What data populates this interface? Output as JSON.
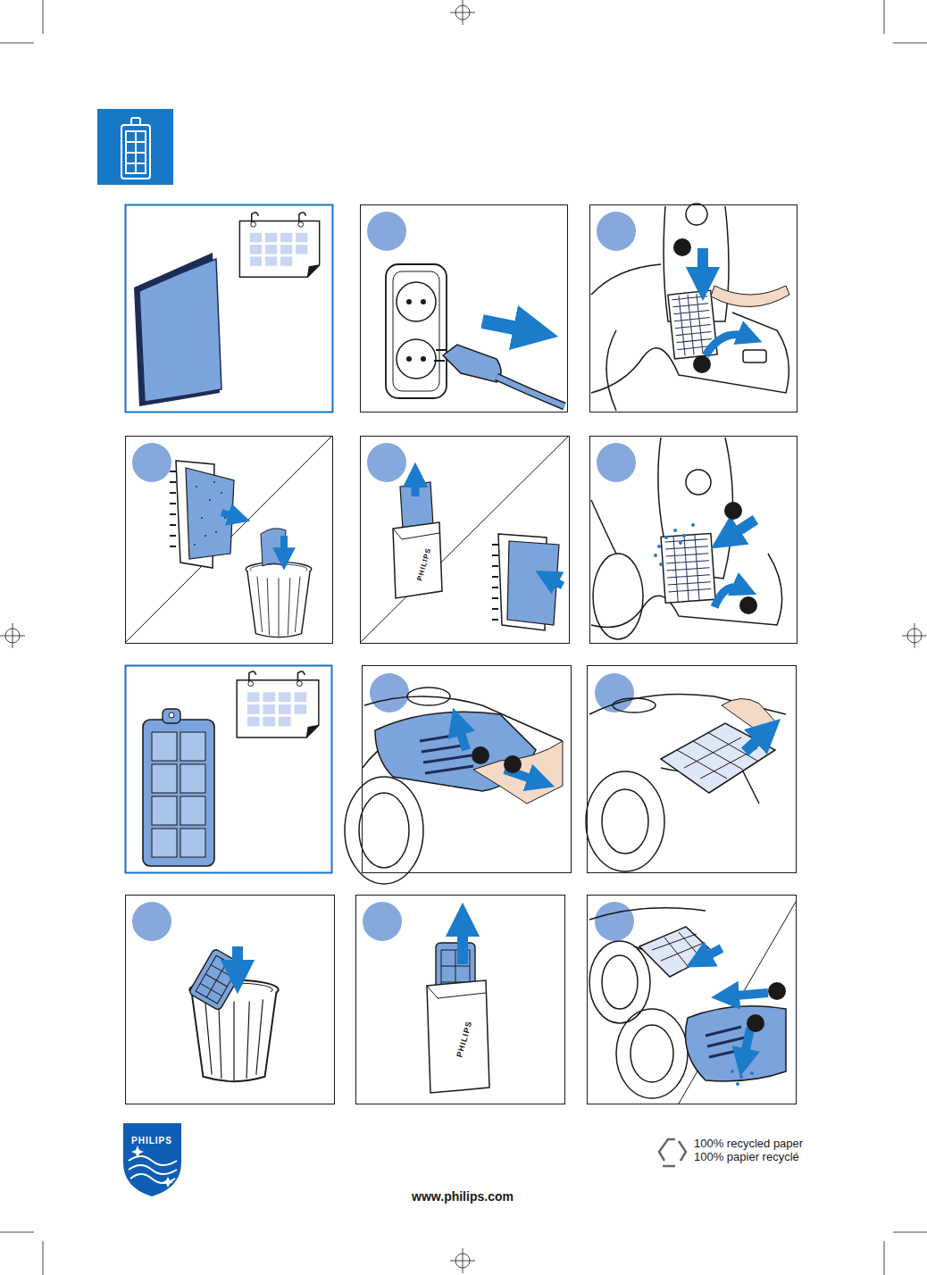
{
  "diagram": {
    "labels": [
      "PHILIPS",
      "PHILIPS",
      "PHILIPS",
      "100% recycled paper",
      "100% papier recyclé",
      "www.philips.com"
    ]
  }
}
